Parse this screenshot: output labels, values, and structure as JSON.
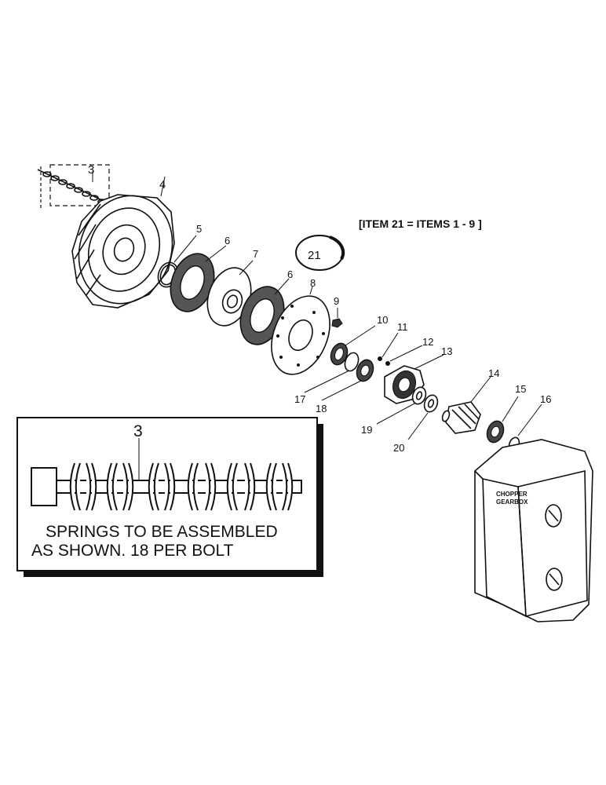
{
  "callouts": {
    "c3": "3",
    "c4": "4",
    "c5": "5",
    "c6a": "6",
    "c7": "7",
    "c6b": "6",
    "c8": "8",
    "c9": "9",
    "c10": "10",
    "c11": "11",
    "c12": "12",
    "c13": "13",
    "c14": "14",
    "c15": "15",
    "c16": "16",
    "c17": "17",
    "c18": "18",
    "c19": "19",
    "c20": "20",
    "c21": "21"
  },
  "note": "[ITEM 21  =  ITEMS 1 - 9 ]",
  "inset": {
    "callout": "3",
    "line1": "SPRINGS TO BE  ASSEMBLED",
    "line2": "AS SHOWN.     18 PER  BOLT"
  },
  "gearbox": {
    "line1": "CHOPPER",
    "line2": "GEARBOX"
  }
}
